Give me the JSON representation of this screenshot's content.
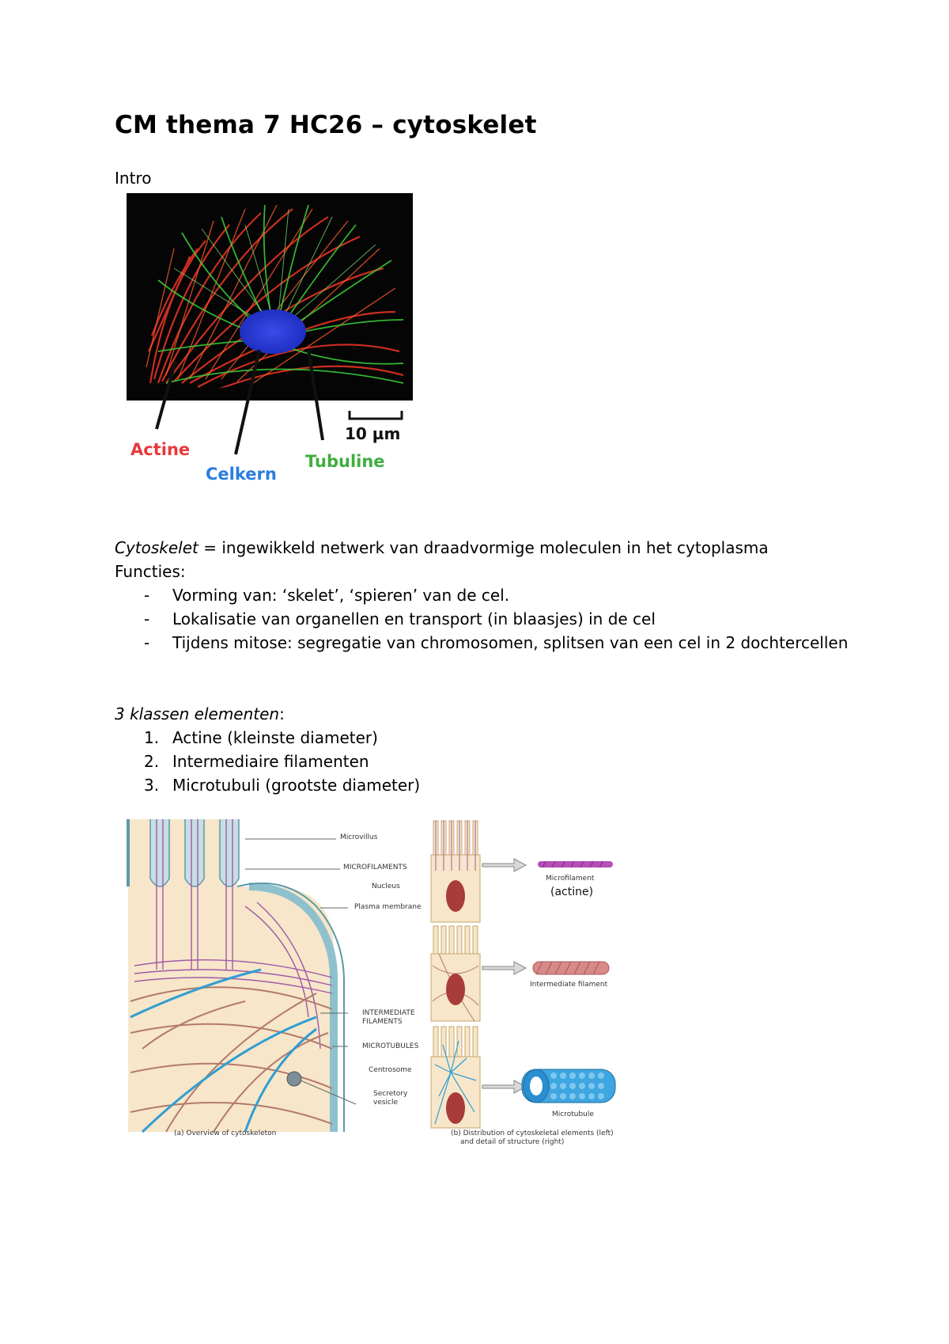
{
  "document": {
    "title": "CM thema 7 HC26 – cytoskelet",
    "intro_heading": "Intro",
    "figure1": {
      "scale_bar": "10 µm",
      "label_actine": "Actine",
      "label_celkern": "Celkern",
      "label_tubuline": "Tubuline",
      "colors": {
        "actine": "#e8383b",
        "celkern": "#2a7de1",
        "tubuline": "#3fae3f"
      }
    },
    "definition": {
      "term": "Cytoskelet",
      "text": " = ingewikkeld netwerk van draadvormige moleculen in het cytoplasma"
    },
    "functies_heading": "Functies:",
    "functies": [
      {
        "marker": "-",
        "text": "Vorming van: ‘skelet’, ‘spieren’ van de cel."
      },
      {
        "marker": "-",
        "text": "Lokalisatie van organellen en transport (in blaasjes) in de cel"
      },
      {
        "marker": "-",
        "text": "Tijdens mitose: segregatie van chromosomen, splitsen van een cel in 2 dochtercellen"
      }
    ],
    "klassen_heading": "3 klassen elementen",
    "klassen_colon": ":",
    "klassen": [
      {
        "marker": "1.",
        "text": "Actine (kleinste diameter)"
      },
      {
        "marker": "2.",
        "text": "Intermediaire filamenten"
      },
      {
        "marker": "3.",
        "text": "Microtubuli (grootste diameter)"
      }
    ],
    "figure2": {
      "labels": {
        "microvillus": "Microvillus",
        "microfilaments": "MICROFILAMENTS",
        "nucleus": "Nucleus",
        "plasma_membrane": "Plasma membrane",
        "intermediate_filaments_1": "INTERMEDIATE",
        "intermediate_filaments_2": "FILAMENTS",
        "microtubules": "MICROTUBULES",
        "centrosome": "Centrosome",
        "secretory_vesicle_1": "Secretory",
        "secretory_vesicle_2": "vesicle",
        "microfilament": "Microfilament",
        "actine": "(actine)",
        "intermediate_filament": "Intermediate filament",
        "microtubule": "Microtubule",
        "caption_a": "(a) Overview of cytoskeleton",
        "caption_b_1": "(b) Distribution of cytoskeletal elements (left)",
        "caption_b_2": "and detail of structure (right)"
      }
    }
  }
}
